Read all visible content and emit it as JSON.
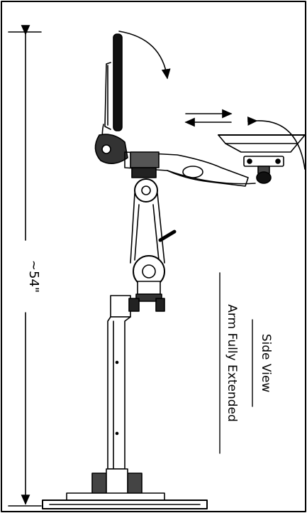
{
  "drawing": {
    "dimension_label": "~54\"",
    "caption_line1": "Side View",
    "caption_line2": "Arm Fully Extended"
  }
}
